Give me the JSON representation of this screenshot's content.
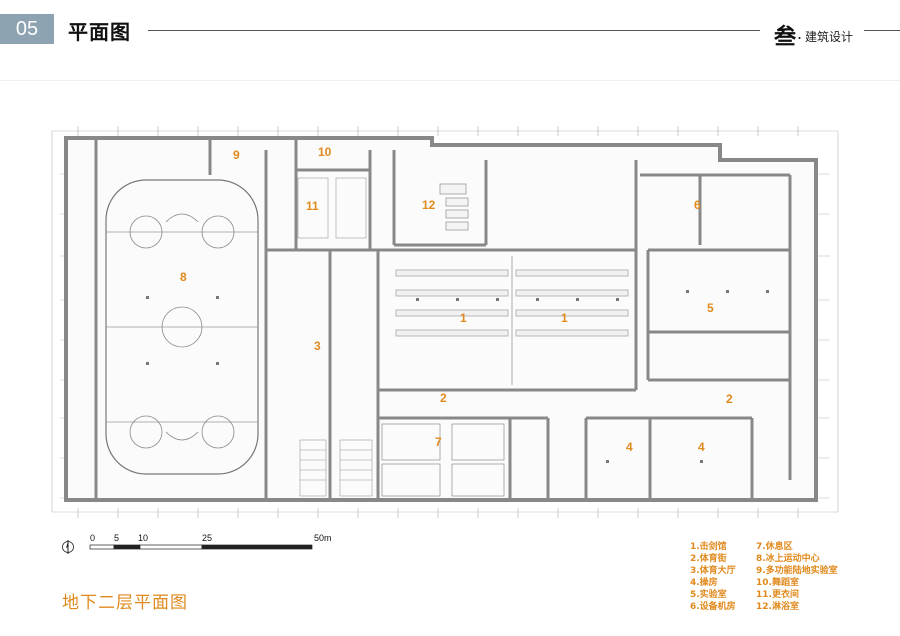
{
  "header": {
    "page_number": "05",
    "page_title": "平面图",
    "section_main": "叁",
    "section_dot": ".",
    "section_sub": "建筑设计"
  },
  "drawing": {
    "title": "地下二层平面图",
    "room_labels": [
      "1",
      "1",
      "2",
      "2",
      "3",
      "4",
      "4",
      "5",
      "6",
      "7",
      "8",
      "9",
      "10",
      "11",
      "12"
    ],
    "scale_ticks": [
      "0",
      "5",
      "10",
      "25",
      "50m"
    ]
  },
  "legend": {
    "items": [
      "1.击剑馆",
      "2.体育街",
      "3.体育大厅",
      "4.操房",
      "5.实验室",
      "6.设备机房",
      "7.休息区",
      "8.冰上运动中心",
      "9.多功能陆地实验室",
      "10.舞蹈室",
      "11.更衣间",
      "12.淋浴室"
    ]
  },
  "colors": {
    "accent": "#e08a1e",
    "page_number_bg": "#8ea3b2",
    "wall": "#888888"
  }
}
